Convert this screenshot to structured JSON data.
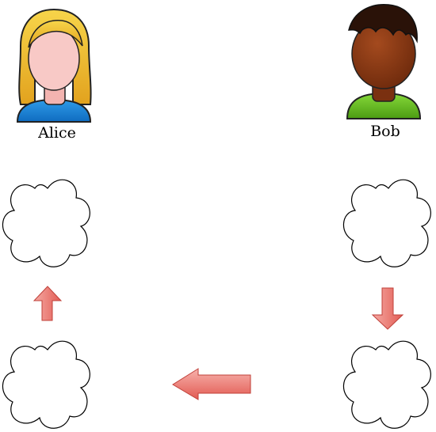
{
  "people": {
    "alice": {
      "name": "Alice",
      "hair_color": "#f2c12e",
      "face_color": "#f7c6c4",
      "shirt_color": "#1e88d8"
    },
    "bob": {
      "name": "Bob",
      "hair_color": "#2a1208",
      "face_color": "#8b3a14",
      "shirt_color": "#6cc01e"
    }
  },
  "clouds": [
    {
      "id": "alice-upper",
      "label": ""
    },
    {
      "id": "alice-lower",
      "label": ""
    },
    {
      "id": "bob-upper",
      "label": ""
    },
    {
      "id": "bob-lower",
      "label": ""
    }
  ],
  "arrows": [
    {
      "id": "bob-down",
      "direction": "down",
      "color": "#e5726a"
    },
    {
      "id": "bob-to-alice",
      "direction": "left",
      "color": "#e5726a"
    },
    {
      "id": "alice-up",
      "direction": "up",
      "color": "#e5726a"
    }
  ]
}
